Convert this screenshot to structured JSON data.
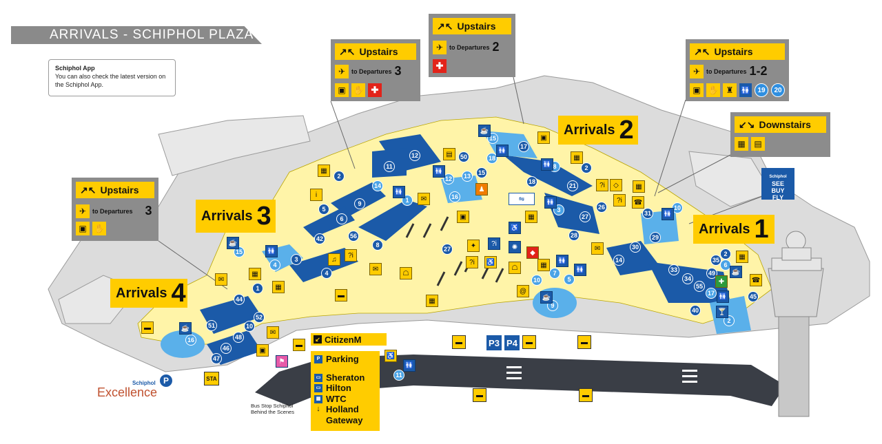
{
  "header": {
    "title": "ARRIVALS - SCHIPHOL PLAZA"
  },
  "app_note": {
    "title": "Schiphol App",
    "text": "You can also check the latest version on the Schiphol App."
  },
  "panels": [
    {
      "heading": "Upstairs",
      "dep_label": "to Departures",
      "dep_value": "3"
    },
    {
      "heading": "Upstairs",
      "dep_label": "to Departures",
      "dep_value": "2"
    },
    {
      "heading": "Upstairs",
      "dep_label": "to Departures",
      "dep_value": "1-2",
      "badges": [
        "19",
        "20"
      ]
    },
    {
      "heading": "Downstairs"
    },
    {
      "heading": "Upstairs",
      "dep_label": "to Departures",
      "dep_value": "3"
    }
  ],
  "arrivals": [
    {
      "word": "Arrivals",
      "num": "2"
    },
    {
      "word": "Arrivals",
      "num": "3"
    },
    {
      "word": "Arrivals",
      "num": "1"
    },
    {
      "word": "Arrivals",
      "num": "4"
    }
  ],
  "numbers": [
    "12",
    "11",
    "50",
    "15",
    "17",
    "8",
    "2",
    "13",
    "15",
    "18",
    "12",
    "21",
    "16",
    "18",
    "14",
    "2",
    "9",
    "5",
    "6",
    "1",
    "56",
    "8",
    "42",
    "4",
    "3",
    "15",
    "4",
    "1",
    "27",
    "26",
    "28",
    "3",
    "27",
    "31",
    "10",
    "29",
    "30",
    "14",
    "35",
    "6",
    "33",
    "34",
    "55",
    "49",
    "2",
    "17",
    "40",
    "45",
    "2",
    "10",
    "7",
    "5",
    "9",
    "44",
    "51",
    "52",
    "10",
    "48",
    "46",
    "47",
    "16",
    "11"
  ],
  "citizen": "CitizenM",
  "hotels": [
    {
      "icon": "P",
      "label": "Parking"
    },
    {
      "icon": "▭",
      "label": "Sheraton"
    },
    {
      "icon": "▭",
      "label": "Hilton"
    },
    {
      "icon": "▦",
      "label": "WTC"
    },
    {
      "icon": "↓",
      "label": "Holland Gateway"
    }
  ],
  "bus_stop": "Bus Stop Schiphol Behind the Scenes",
  "brand": {
    "schiphol": "Schiphol",
    "excellence": "Excellence",
    "sta": "STA",
    "see_buy_fly": "SEE BUY FLY",
    "seebuy_top": "Schiphol"
  },
  "parking": [
    "P3",
    "P4"
  ],
  "colors": {
    "floor": "#fff4a8",
    "wall": "#d8d8d8",
    "shop": "#1b5aa8",
    "lightblue": "#5ab0ea",
    "yellow": "#ffcc00",
    "road": "#3a3e46"
  }
}
